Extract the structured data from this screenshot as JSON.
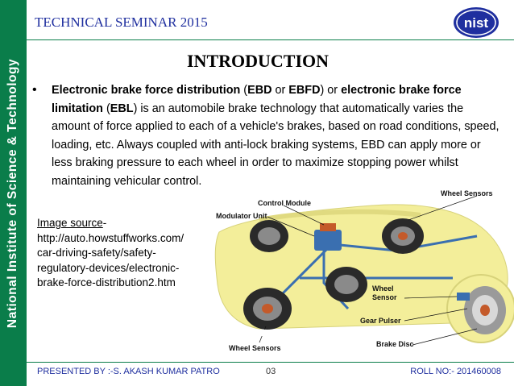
{
  "sidebar": {
    "text": "National Institute of Science & Technology"
  },
  "header": {
    "seminar": "TECHNICAL SEMINAR 2015",
    "logo_text": "nist"
  },
  "slide": {
    "title": "INTRODUCTION",
    "bullet": {
      "t1": "Electronic brake force distribution",
      "t2": " (",
      "t3": "EBD",
      "t4": " or ",
      "t5": "EBFD",
      "t6": ") or ",
      "t7": "electronic brake force limitation",
      "t8": " (",
      "t9": "EBL",
      "t10": ") is an automobile brake technology that automatically varies the amount of force applied to each of a vehicle's brakes, based on road conditions, speed, loading, etc. Always coupled with anti-lock braking systems, EBD can apply more or less braking pressure to each wheel in order to maximize stopping power whilst maintaining vehicular control."
    },
    "source_label": "Image source",
    "source_rest": "-\nhttp://auto.howstuffworks.com/\ncar-driving-safety/safety-\nregulatory-devices/electronic-\nbrake-force-distribution2.htm"
  },
  "diagram": {
    "labels": {
      "control_module": "Control Module",
      "modulator_unit": "Modulator Unit",
      "wheel_sensors_top": "Wheel Sensors",
      "wheel_sensors_bottom": "Wheel Sensors",
      "wheel_sensor": "Wheel\nSensor",
      "gear_pulser": "Gear Pulser",
      "brake_disc": "Brake Disc"
    },
    "colors": {
      "body": "#f3ee9a",
      "pipe": "#3a6fb0",
      "hub": "#c45a2a"
    }
  },
  "footer": {
    "presenter": "PRESENTED BY :-S. AKASH KUMAR PATRO",
    "page": "03",
    "roll": "ROLL NO:- 201460008"
  },
  "colors": {
    "sidebar": "#0a7d4a",
    "accent": "#1f2f9f"
  }
}
